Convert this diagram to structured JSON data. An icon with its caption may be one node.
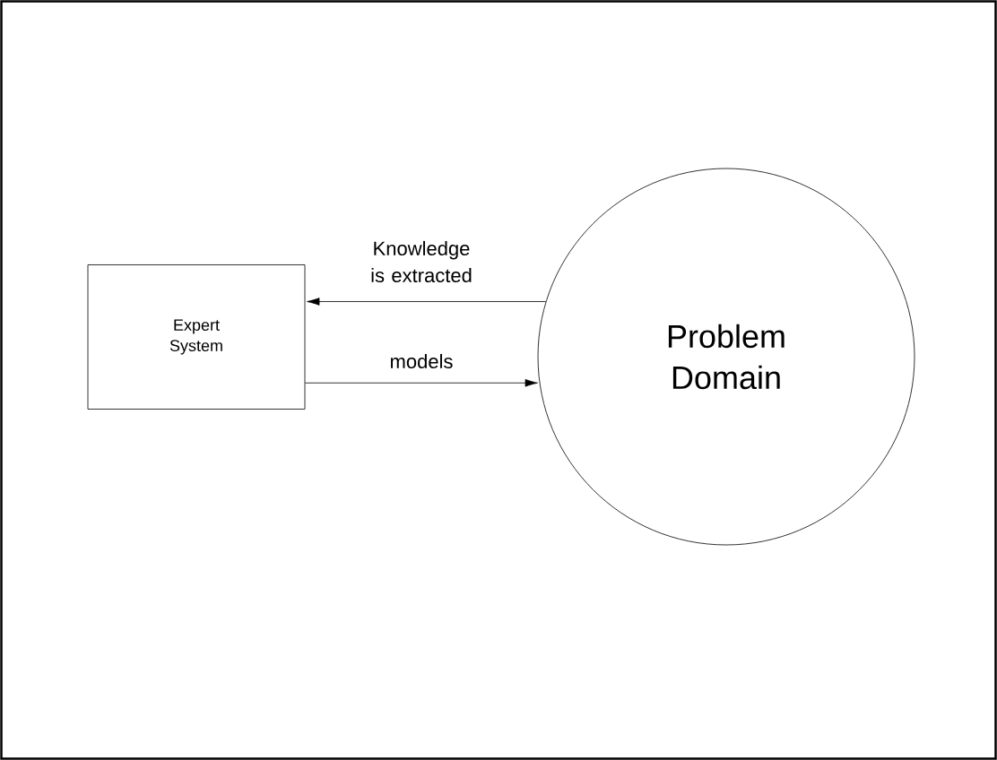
{
  "diagram": {
    "nodes": [
      {
        "text": [
          "Expert System"
        ]
      },
      {
        "text": [
          "Problem Domain"
        ]
      }
    ],
    "edges": [
      {
        "from": 1,
        "to": 0,
        "arrow": "to",
        "label": "Knowledge is extracted"
      },
      {
        "from": 0,
        "to": 1,
        "arrow": "to",
        "label": "models"
      }
    ]
  }
}
